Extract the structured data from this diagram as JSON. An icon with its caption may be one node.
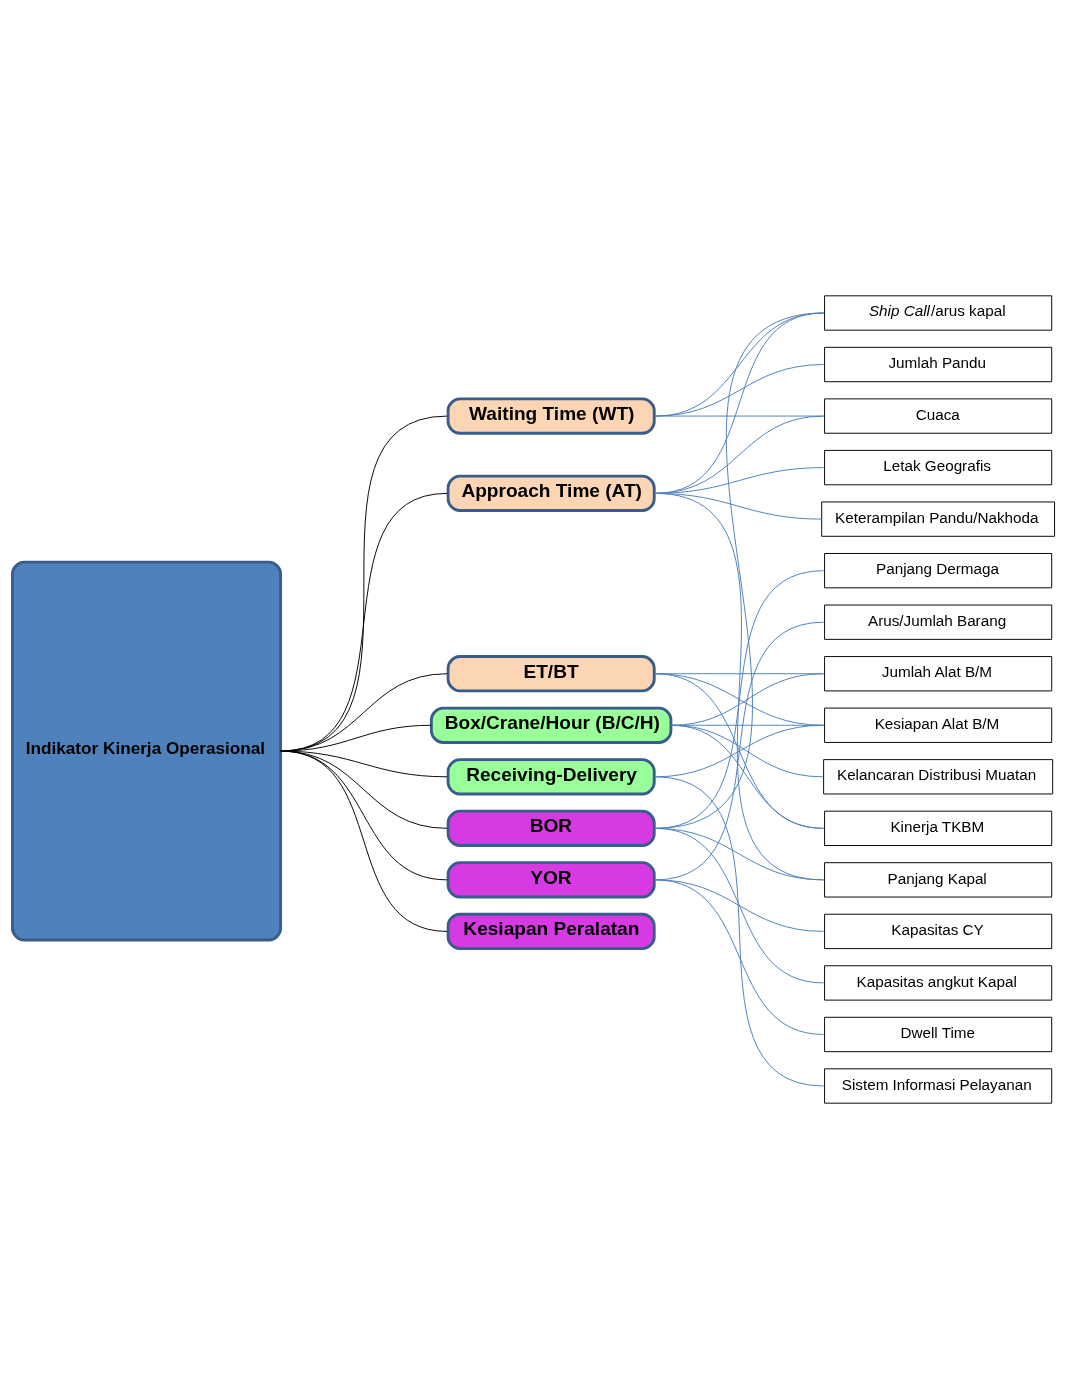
{
  "diagram": {
    "nodes": [
      {
        "text": [
          "Indikator Kinerja Operasional"
        ]
      },
      {
        "text": [
          "Waiting Time (WT)"
        ]
      },
      {
        "text": [
          "Approach Time (AT)"
        ]
      },
      {
        "text": [
          "ET/BT"
        ]
      },
      {
        "text": [
          "Box/Crane/Hour (B/C/H)"
        ]
      },
      {
        "text": [
          "Receiving-Delivery"
        ]
      },
      {
        "text": [
          "BOR"
        ]
      },
      {
        "text": [
          "YOR"
        ]
      },
      {
        "text": [
          "Kesiapan Peralatan"
        ]
      },
      {
        "text": [
          "*Ship Call*/arus kapal"
        ]
      },
      {
        "text": [
          "Jumlah Pandu"
        ]
      },
      {
        "text": [
          "Cuaca"
        ]
      },
      {
        "text": [
          "Letak Geografis"
        ]
      },
      {
        "text": [
          "Keterampilan Pandu/Nakhoda"
        ]
      },
      {
        "text": [
          "Panjang Dermaga"
        ]
      },
      {
        "text": [
          "Arus/Jumlah Barang"
        ]
      },
      {
        "text": [
          "Jumlah Alat B/M"
        ]
      },
      {
        "text": [
          "Kesiapan Alat B/M"
        ]
      },
      {
        "text": [
          "Kelancaran Distribusi Muatan"
        ]
      },
      {
        "text": [
          "Kinerja TKBM"
        ]
      },
      {
        "text": [
          "Panjang Kapal"
        ]
      },
      {
        "text": [
          "Kapasitas CY"
        ]
      },
      {
        "text": [
          "Kapasitas angkut Kapal"
        ]
      },
      {
        "text": [
          "Dwell Time"
        ]
      },
      {
        "text": [
          "Sistem Informasi Pelayanan"
        ]
      }
    ],
    "edges": [
      {
        "from": 0,
        "to": 1,
        "arrow": "none",
        "color": "#000000"
      },
      {
        "from": 0,
        "to": 2,
        "arrow": "none",
        "color": "#000000"
      },
      {
        "from": 0,
        "to": 3,
        "arrow": "none",
        "color": "#000000"
      },
      {
        "from": 0,
        "to": 4,
        "arrow": "none",
        "color": "#000000"
      },
      {
        "from": 0,
        "to": 5,
        "arrow": "none",
        "color": "#000000"
      },
      {
        "from": 0,
        "to": 6,
        "arrow": "none",
        "color": "#000000"
      },
      {
        "from": 0,
        "to": 7,
        "arrow": "none",
        "color": "#000000"
      },
      {
        "from": 0,
        "to": 8,
        "arrow": "none",
        "color": "#000000"
      },
      {
        "from": 1,
        "to": 9,
        "arrow": "none"
      },
      {
        "from": 1,
        "to": 10,
        "arrow": "none"
      },
      {
        "from": 1,
        "to": 11,
        "arrow": "none"
      },
      {
        "from": 2,
        "to": 9,
        "arrow": "none"
      },
      {
        "from": 2,
        "to": 11,
        "arrow": "none"
      },
      {
        "from": 2,
        "to": 12,
        "arrow": "none"
      },
      {
        "from": 2,
        "to": 13,
        "arrow": "none"
      },
      {
        "from": 2,
        "to": 20,
        "arrow": "none"
      },
      {
        "from": 3,
        "to": 16,
        "arrow": "none"
      },
      {
        "from": 3,
        "to": 17,
        "arrow": "none"
      },
      {
        "from": 3,
        "to": 19,
        "arrow": "none"
      },
      {
        "from": 4,
        "to": 16,
        "arrow": "none"
      },
      {
        "from": 4,
        "to": 17,
        "arrow": "none"
      },
      {
        "from": 4,
        "to": 18,
        "arrow": "none"
      },
      {
        "from": 4,
        "to": 19,
        "arrow": "none"
      },
      {
        "from": 5,
        "to": 17,
        "arrow": "none"
      },
      {
        "from": 5,
        "to": 24,
        "arrow": "none"
      },
      {
        "from": 6,
        "to": 9,
        "arrow": "none"
      },
      {
        "from": 6,
        "to": 14,
        "arrow": "none"
      },
      {
        "from": 6,
        "to": 20,
        "arrow": "none"
      },
      {
        "from": 6,
        "to": 22,
        "arrow": "none"
      },
      {
        "from": 7,
        "to": 15,
        "arrow": "none"
      },
      {
        "from": 7,
        "to": 21,
        "arrow": "none"
      },
      {
        "from": 7,
        "to": 23,
        "arrow": "none"
      }
    ]
  }
}
